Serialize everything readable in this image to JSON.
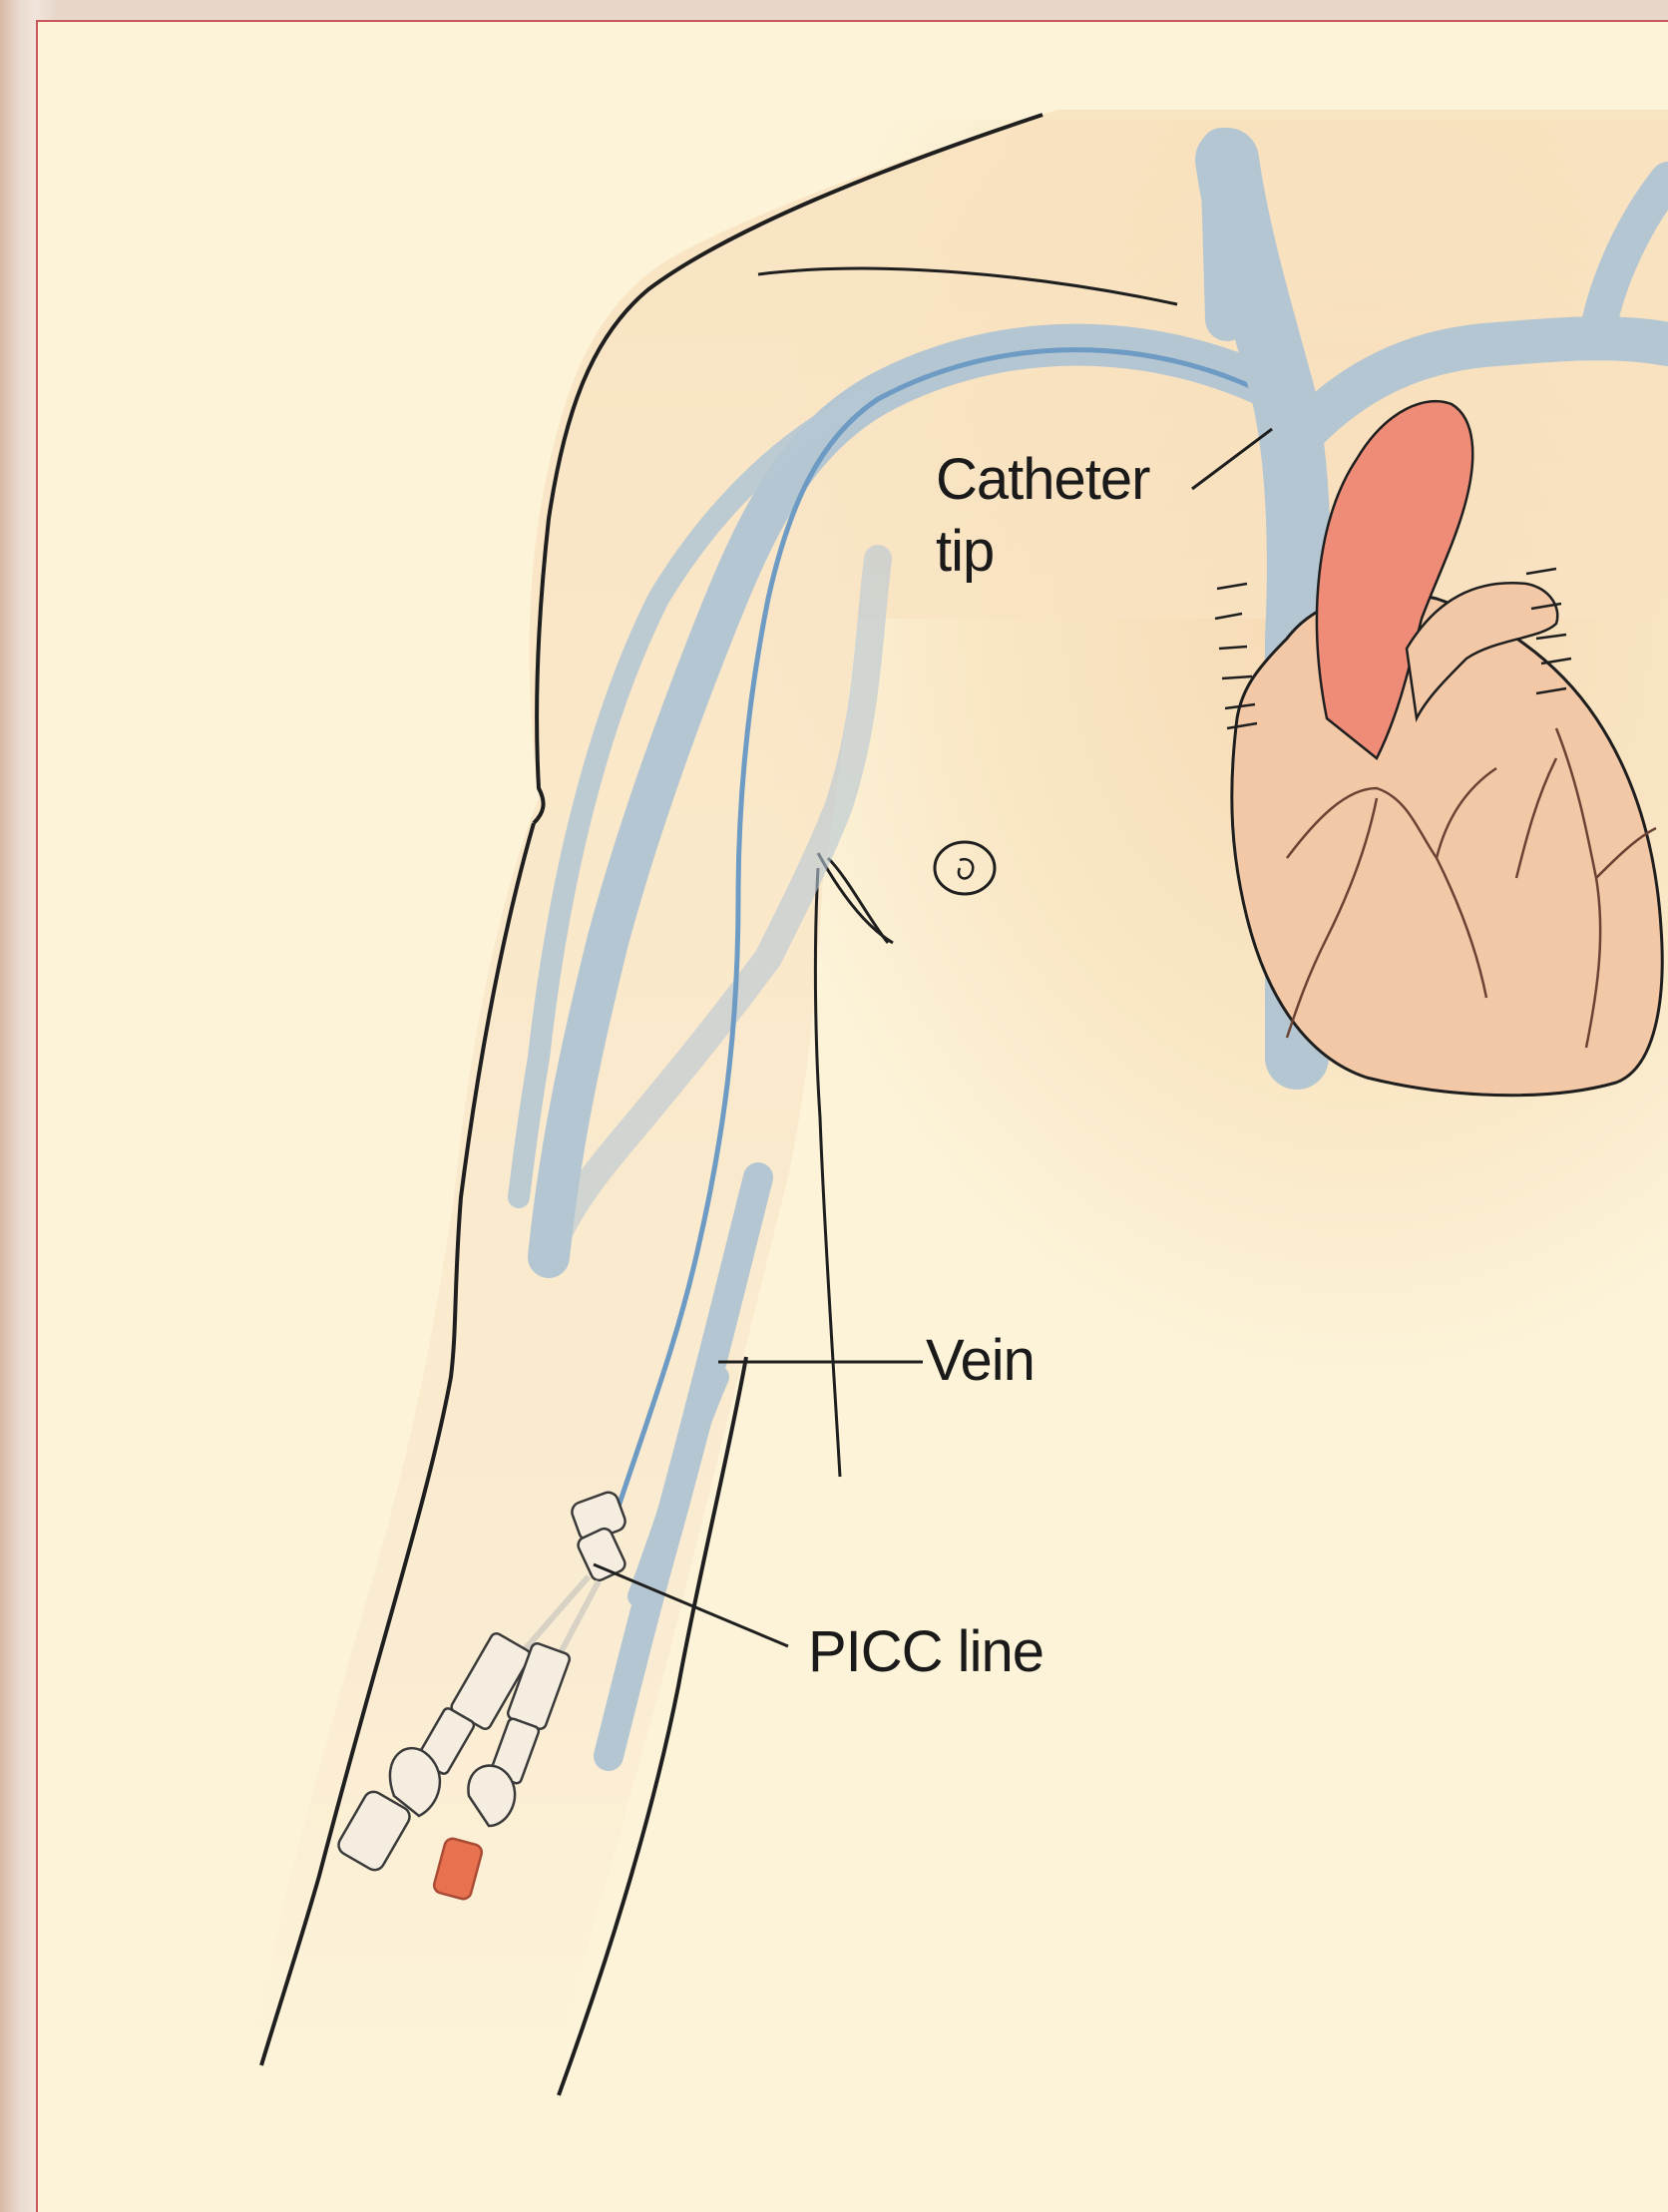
{
  "diagram": {
    "labels": {
      "catheter_tip_line1": "Catheter",
      "catheter_tip_line2": "tip",
      "vein": "Vein",
      "picc_line": "PICC line"
    },
    "colors": {
      "background": "#fcf3d8",
      "skin": "#f9e4bf",
      "vein": "#b5c6d3",
      "vein_edge": "#7ea7c9",
      "heart": "#f3b49a",
      "aorta": "#ee7f6f",
      "cap": "#e8724f",
      "frame_border": "#c8565a"
    }
  }
}
